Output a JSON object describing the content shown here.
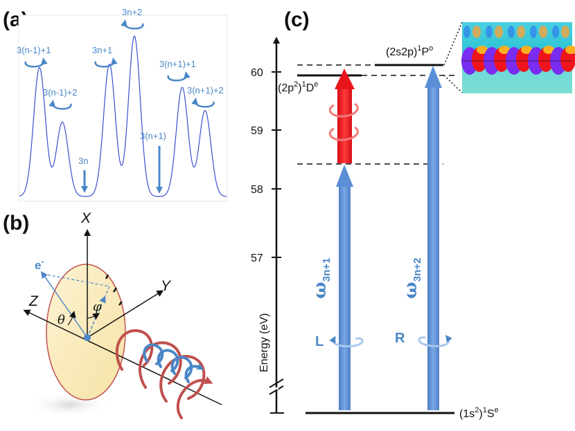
{
  "panel_a": {
    "label": "(a)",
    "peaks": [
      {
        "label": "3(n-1)+1",
        "height": 0.78,
        "pol": "left"
      },
      {
        "label": "3(n-1)+2",
        "height": 0.45,
        "pol": "right"
      },
      {
        "label": "3n+1",
        "height": 0.8,
        "pol": "left"
      },
      {
        "label": "3n+2",
        "height": 0.97,
        "pol": "right"
      },
      {
        "label": "3(n+1)+1",
        "height": 0.66,
        "pol": "left"
      },
      {
        "label": "3(n+1)+2",
        "height": 0.52,
        "pol": "right"
      }
    ],
    "suppressed": [
      {
        "label": "3n"
      },
      {
        "label": "3(n+1)"
      }
    ]
  },
  "panel_b": {
    "label": "(b)",
    "axes": {
      "x": "X",
      "y": "Y",
      "z": "Z"
    },
    "electron": "e",
    "electron_sup": "-",
    "theta": "θ",
    "phi": "φ"
  },
  "panel_c": {
    "label": "(c)",
    "ylabel": "Energy (eV)",
    "ticks": [
      "60",
      "59",
      "58",
      "57"
    ],
    "levels": {
      "ground": {
        "name": "(1s",
        "sup": "2",
        "term": ")",
        "term_sup": "1",
        "term_letter": "S",
        "parity": "e"
      },
      "d_state": {
        "name": "(2p",
        "sup": "2",
        "term": ")",
        "term_sup": "1",
        "term_letter": "D",
        "parity": "e"
      },
      "p_state": {
        "name": "(2s2p)",
        "term_sup": "1",
        "term_letter": "P",
        "parity": "o"
      }
    },
    "arrows": [
      {
        "omega": "ω",
        "sub": "3n+1",
        "pol": "L"
      },
      {
        "omega": "ω",
        "sub": "3n+2",
        "pol": "R"
      }
    ]
  },
  "colors": {
    "blue": "#4a86c6",
    "arrow_blue": "#5a8fd6",
    "red": "#e8141c",
    "curve": "#3a4fd0",
    "ellipse": "#fcefc4",
    "ellipse_border": "#c0504d",
    "spiral_red": "#c0504d"
  }
}
